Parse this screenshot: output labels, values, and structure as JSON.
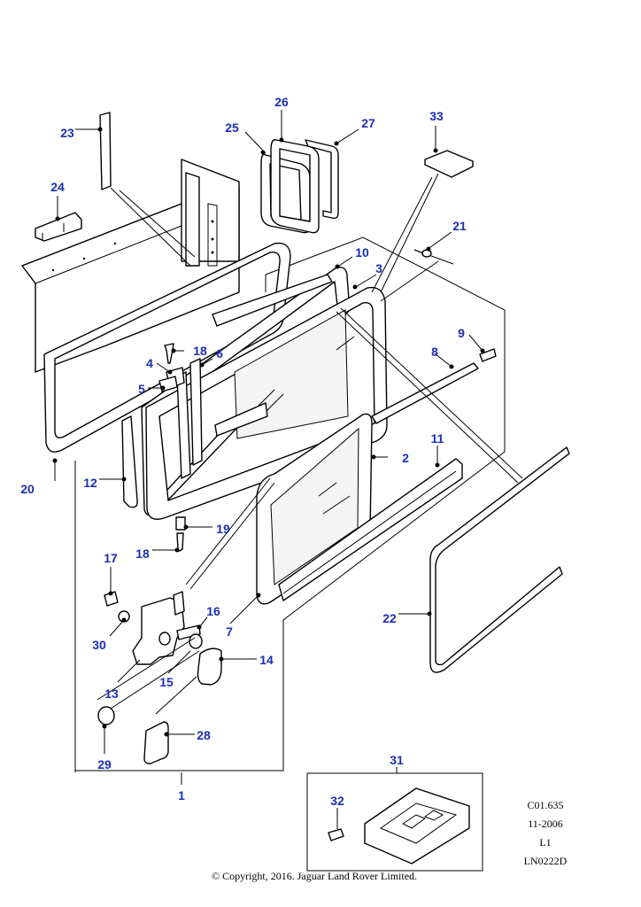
{
  "diagram": {
    "callouts": [
      "1",
      "2",
      "3",
      "4",
      "5",
      "6",
      "7",
      "8",
      "9",
      "10",
      "11",
      "12",
      "13",
      "14",
      "15",
      "16",
      "17",
      "18",
      "18",
      "19",
      "20",
      "21",
      "22",
      "23",
      "24",
      "25",
      "26",
      "27",
      "28",
      "29",
      "30",
      "31",
      "32",
      "33"
    ]
  },
  "meta": {
    "ref_code": "C01.635",
    "date": "11-2006",
    "level": "L1",
    "illustration_id": "LN0222D"
  },
  "footer": {
    "copyright": "© Copyright, 2016. Jaguar Land Rover Limited."
  }
}
